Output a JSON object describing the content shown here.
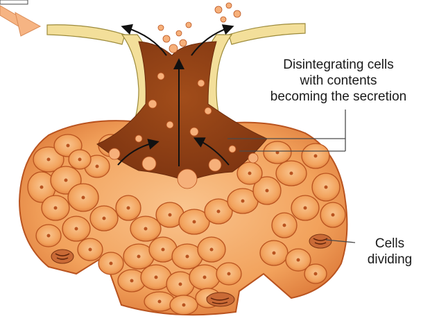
{
  "labels": {
    "secretion": {
      "line1": "Disintegrating cells",
      "line2": "with contents",
      "line3": "becoming the secretion"
    },
    "dividing": {
      "line1": "Cells",
      "line2": "dividing"
    }
  },
  "colors": {
    "background": "#ffffff",
    "cell_fill": "#f2a25c",
    "cell_edge": "#b9531f",
    "lumen": "#8c3c12",
    "duct_epithelium": "#f3df9a",
    "duct_nucleus": "#a7a65a",
    "arrow_pointer": "#f6b483",
    "leader_line": "#4a4a4a",
    "flow_arrow": "#111111"
  }
}
